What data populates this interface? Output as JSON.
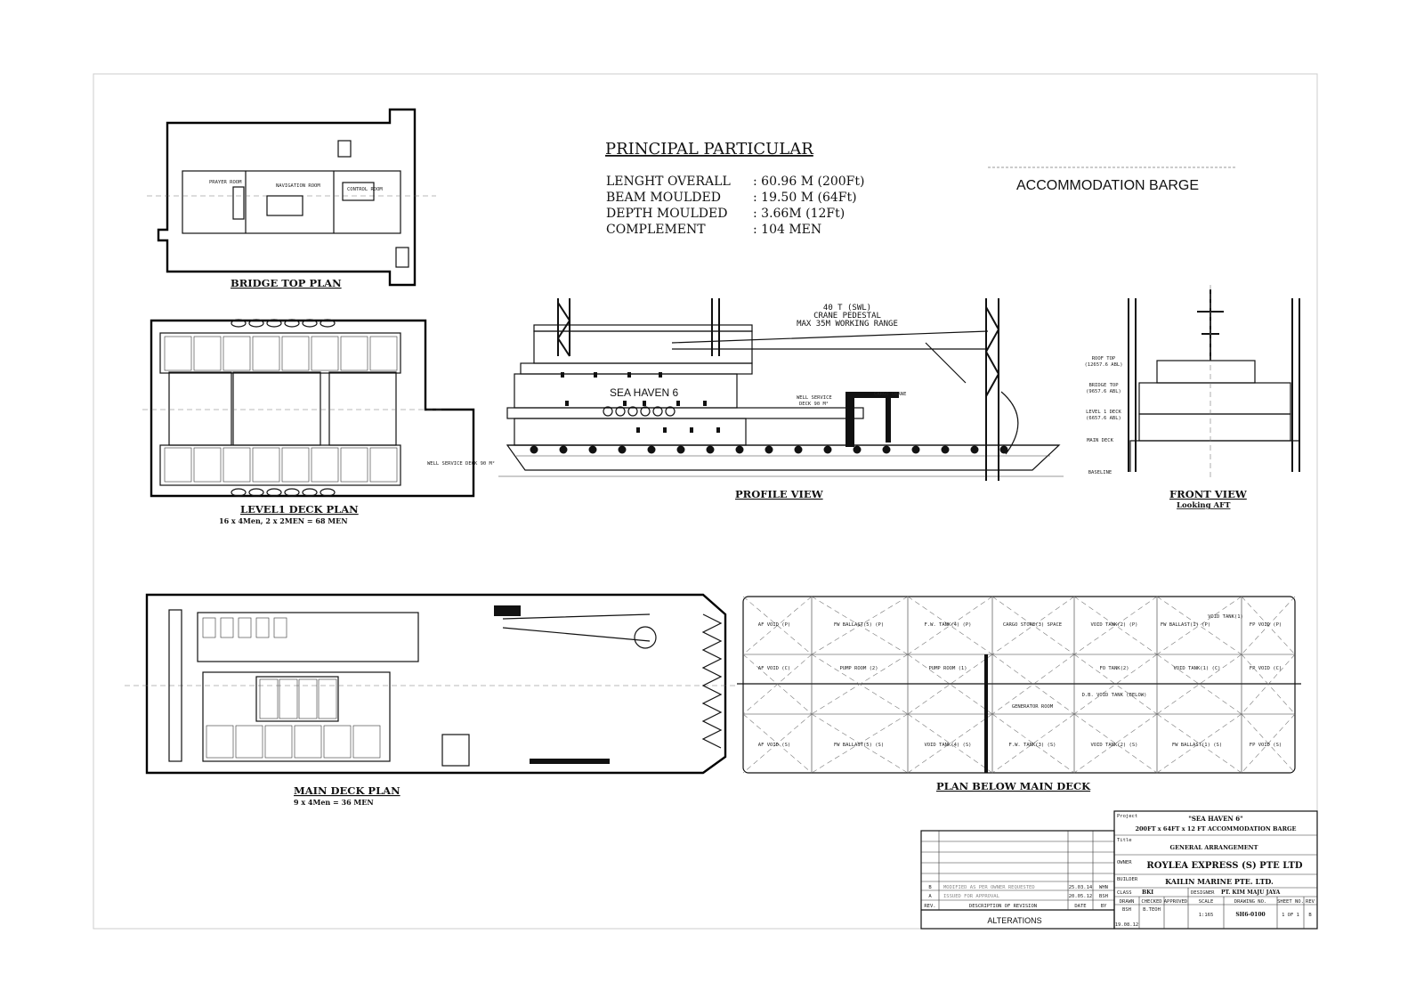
{
  "principal_particular": {
    "title": "PRINCIPAL PARTICULAR",
    "rows": [
      {
        "label": "LENGHT OVERALL",
        "value": ": 60.96 M (200Ft)"
      },
      {
        "label": "BEAM MOULDED",
        "value": ": 19.50 M (64Ft)"
      },
      {
        "label": "DEPTH MOULDED",
        "value": ": 3.66M (12Ft)"
      },
      {
        "label": "COMPLEMENT",
        "value": ": 104 MEN"
      }
    ]
  },
  "vessel_type": "ACCOMMODATION BARGE",
  "views": {
    "bridge_top": {
      "title": "BRIDGE TOP PLAN"
    },
    "level1": {
      "title": "LEVEL1 DECK PLAN",
      "subtitle": "16 x 4Men, 2 x 2MEN = 68 MEN",
      "well_service": "WELL SERVICE DECK 90 M²"
    },
    "profile": {
      "title": "PROFILE VIEW",
      "crane_note": [
        "40 T (SWL)",
        "CRANE PEDESTAL",
        "MAX 35M WORKING RANGE"
      ],
      "vessel_name": "SEA HAVEN 6",
      "well_service": [
        "WELL SERVICE",
        "DECK 90 M²"
      ],
      "cargo_crane": "CARGO CRANE"
    },
    "front": {
      "title": "FRONT VIEW",
      "subtitle": "Looking AFT",
      "levels": [
        {
          "name": "ROOF TOP",
          "elev": "(12657.6 ABL)"
        },
        {
          "name": "BRIDGE TOP",
          "elev": "(9657.6 ABL)"
        },
        {
          "name": "LEVEL 1 DECK",
          "elev": "(6657.6 ABL)"
        },
        {
          "name": "MAIN DECK",
          "elev": ""
        },
        {
          "name": "BASELINE",
          "elev": ""
        }
      ]
    },
    "main_deck": {
      "title": "MAIN DECK PLAN",
      "subtitle": "9 x 4Men = 36 MEN"
    },
    "below_main_deck": {
      "title": "PLAN BELOW MAIN DECK",
      "rows": [
        [
          "AF VOID (P)",
          "FW BALLAST(5) (P)",
          "F.W. TANK(4) (P)",
          "CARGO STORE(3) SPACE",
          "VOID TANK(2) (P)",
          "FW BALLAST(1) (P)",
          "VOID TANK(1)",
          "FP VOID (P)"
        ],
        [
          "AF VOID (C)",
          "PUMP ROOM (2)",
          "PUMP ROOM (1)",
          "GENERATOR ROOM",
          "FO TANK(2)",
          "D.B. VOID TANK (BELOW)",
          "VOID TANK(1) (C)",
          "FP VOID (C)"
        ],
        [
          "AF VOID (S)",
          "FW BALLAST(5) (S)",
          "VOID TANK(4) (S)",
          "F.W. TANK(3) (S)",
          "VOID TANK(2) (S)",
          "FW BALLAST(1) (S)",
          "FP VOID (S)"
        ]
      ]
    }
  },
  "alterations": {
    "title": "ALTERATIONS",
    "headers": [
      "REV.",
      "DESCRIPTION OF REVISION",
      "DATE",
      "BY"
    ],
    "rows": [
      {
        "rev": "B",
        "desc": "MODIFIED AS PER OWNER REQUESTED",
        "date": "25.03.14",
        "by": "WHN"
      },
      {
        "rev": "A",
        "desc": "ISSUED FOR APPROVAL",
        "date": "20.05.12",
        "by": "BSH"
      }
    ]
  },
  "title_block": {
    "project_label": "Project",
    "project_name": "\"SEA HAVEN 6\"",
    "project_desc": "200FT x 64FT x 12 FT ACCOMMODATION BARGE",
    "title_label": "Title",
    "title": "GENERAL ARRANGEMENT",
    "owner_label": "OWNER",
    "owner": "ROYLEA EXPRESS (S) PTE LTD",
    "builder_label": "BUILDER",
    "builder": "KAILIN MARINE PTE. LTD.",
    "class_label": "CLASS",
    "class": "BKI",
    "designer_label": "DESIGNER",
    "designer": "PT. KIM MAJU JAYA",
    "headers": [
      "DRAWN",
      "CHECKED",
      "APPROVED",
      "SCALE",
      "DRAWING NO.",
      "SHEET NO.",
      "REV"
    ],
    "drawn": "BSH",
    "drawn_date": "19.08.12",
    "checked": "B.TEOH",
    "approved": "",
    "scale": "1:165",
    "drawing_no": "SH6-0100",
    "sheet_no": "1 OF 1",
    "rev": "B"
  }
}
